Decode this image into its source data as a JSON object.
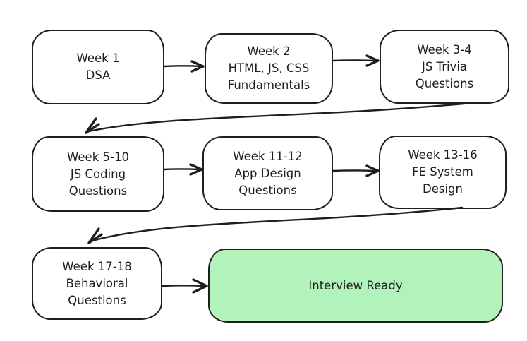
{
  "diagram": {
    "kind": "flowchart-roadmap",
    "background": "#ffffff",
    "stroke_color": "#1e1e1e",
    "highlight_fill": "#b2f2bb"
  },
  "nodes": [
    {
      "id": "week-1-dsa",
      "lines": [
        "Week 1",
        "DSA"
      ]
    },
    {
      "id": "week-2",
      "lines": [
        "Week 2",
        "HTML, JS, CSS",
        "Fundamentals"
      ]
    },
    {
      "id": "week-3-4",
      "lines": [
        "Week 3-4",
        "JS Trivia",
        "Questions"
      ]
    },
    {
      "id": "week-5-10",
      "lines": [
        "Week 5-10",
        "JS Coding",
        "Questions"
      ]
    },
    {
      "id": "week-11-12",
      "lines": [
        "Week 11-12",
        "App Design",
        "Questions"
      ]
    },
    {
      "id": "week-13-16",
      "lines": [
        "Week 13-16",
        "FE System",
        "Design"
      ]
    },
    {
      "id": "week-17-18",
      "lines": [
        "Week 17-18",
        "Behavioral",
        "Questions"
      ]
    },
    {
      "id": "interview-ready",
      "lines": [
        "Interview Ready"
      ],
      "fill": "#b2f2bb"
    }
  ],
  "edges": [
    {
      "from": "week-1-dsa",
      "to": "week-2",
      "style": "straight"
    },
    {
      "from": "week-2",
      "to": "week-3-4",
      "style": "straight"
    },
    {
      "from": "week-3-4",
      "to": "week-5-10",
      "style": "curved"
    },
    {
      "from": "week-5-10",
      "to": "week-11-12",
      "style": "straight"
    },
    {
      "from": "week-11-12",
      "to": "week-13-16",
      "style": "straight"
    },
    {
      "from": "week-13-16",
      "to": "week-17-18",
      "style": "curved"
    },
    {
      "from": "week-17-18",
      "to": "interview-ready",
      "style": "straight"
    }
  ]
}
